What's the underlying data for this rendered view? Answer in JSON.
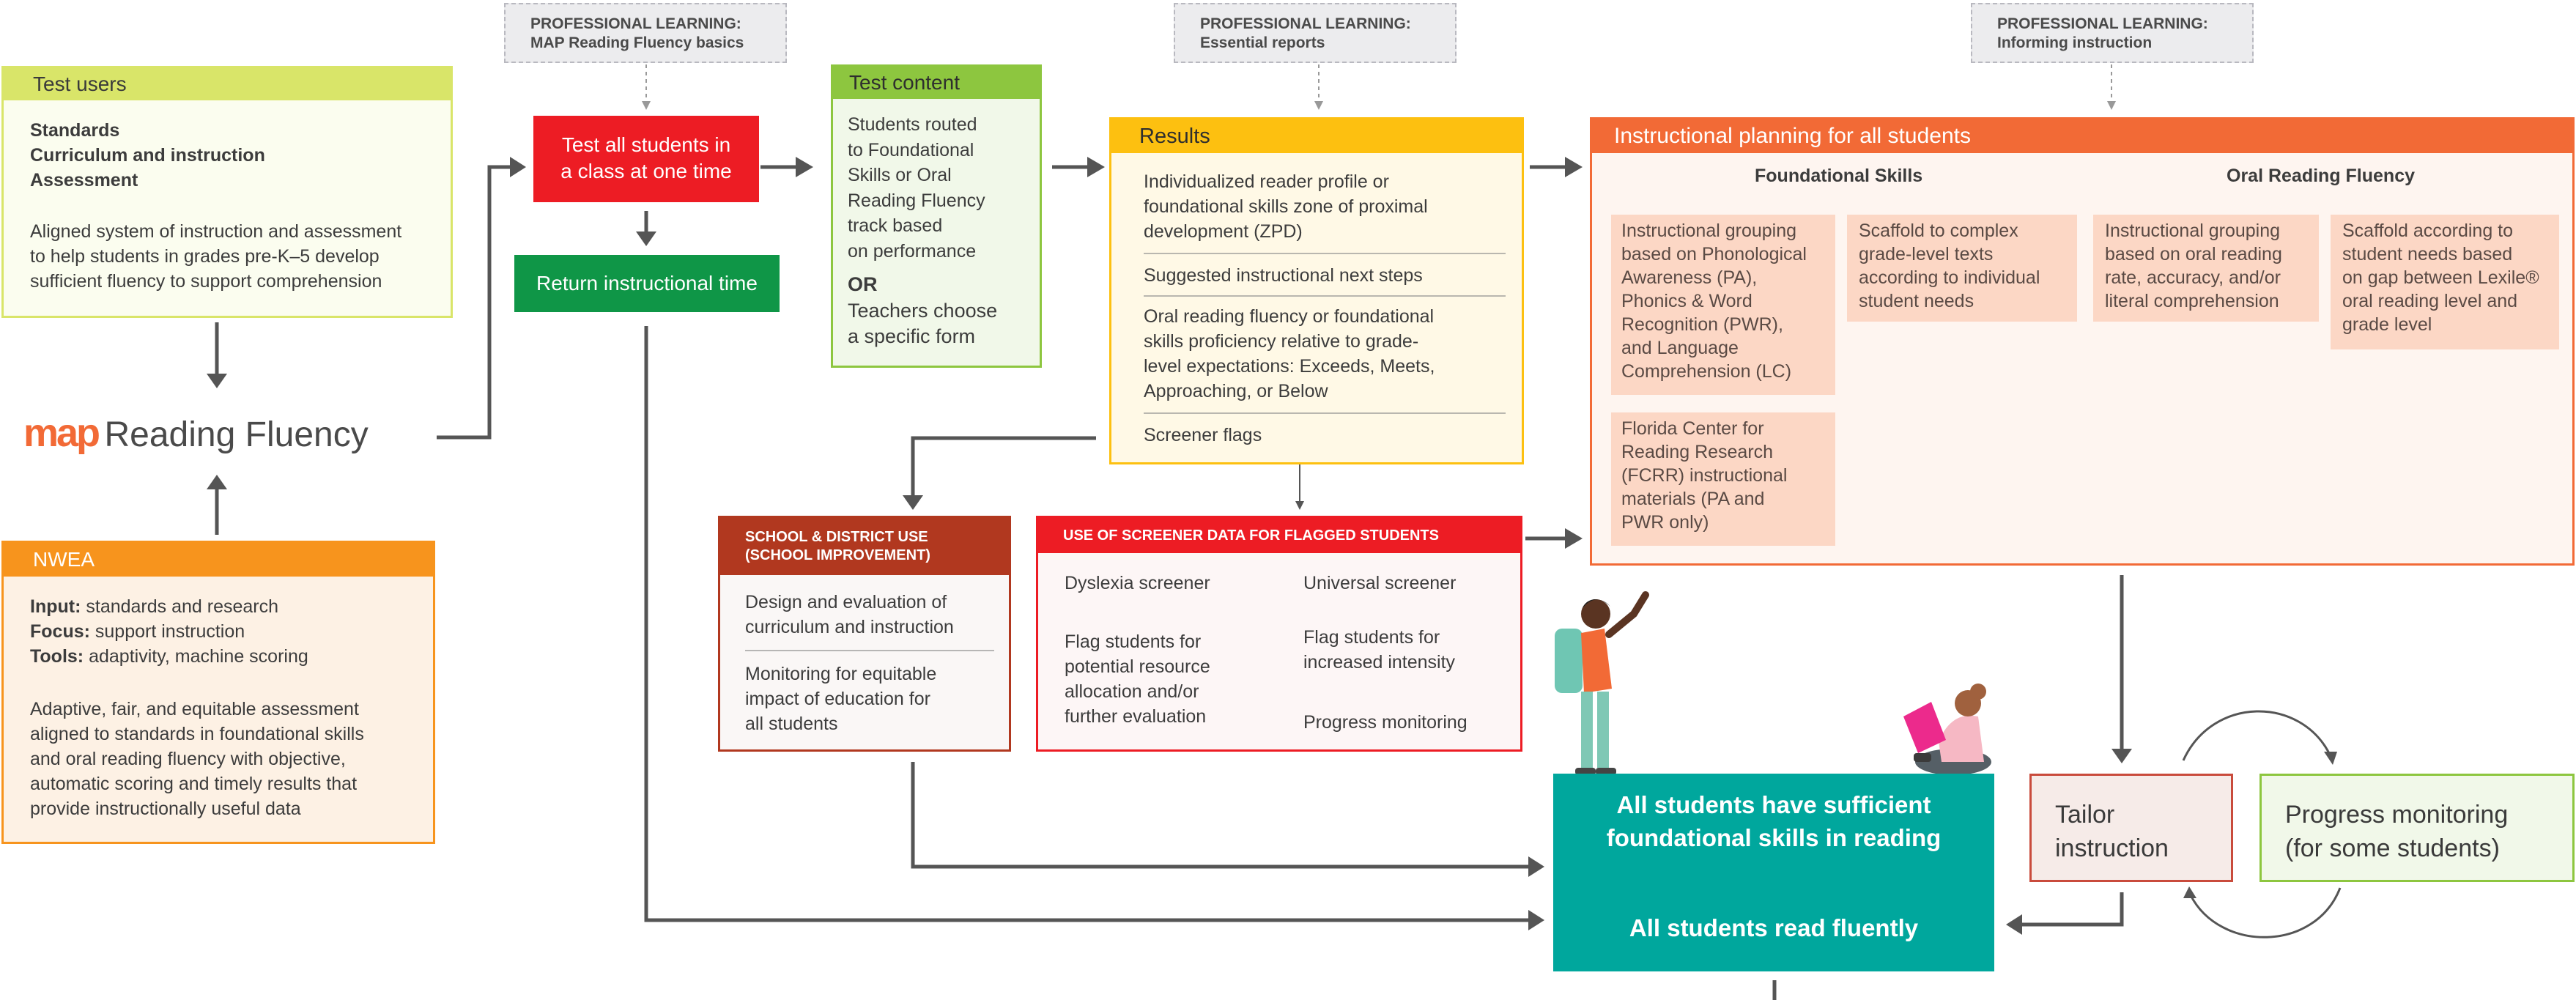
{
  "colors": {
    "lime": "#d9e569",
    "lime_bg": "#fbfdef",
    "orange": "#f7941d",
    "orange_bg": "#fdf1e4",
    "red": "#ed1c24",
    "green": "#0f9647",
    "content_green": "#8dc63f",
    "content_bg": "#f1f8e9",
    "yellow": "#fdc010",
    "yellow_bg": "#fff9e6",
    "plan": "#f26a36",
    "plan_bg": "#fef5f0",
    "plan_cell": "#fcd7c5",
    "brick": "#b1381f",
    "teal": "#00a79d",
    "salmon_border": "#c94b3c"
  },
  "pl_boxes": [
    {
      "line1": "PROFESSIONAL LEARNING:",
      "line2": "MAP Reading Fluency basics"
    },
    {
      "line1": "PROFESSIONAL LEARNING:",
      "line2": "Essential reports"
    },
    {
      "line1": "PROFESSIONAL LEARNING:",
      "line2": "Informing instruction"
    }
  ],
  "test_users": {
    "title": "Test users",
    "lines": [
      "Standards",
      "Curriculum and instruction",
      "Assessment"
    ],
    "body": [
      "Aligned system of instruction and assessment",
      "to help students in grades pre-K–5 develop",
      "sufficient fluency to support comprehension"
    ]
  },
  "logo": {
    "map": "map",
    "rest": "Reading Fluency"
  },
  "nwea": {
    "title": "NWEA",
    "items": [
      {
        "k": "Input:",
        "v": " standards and research"
      },
      {
        "k": "Focus:",
        "v": " support instruction"
      },
      {
        "k": "Tools:",
        "v": " adaptivity, machine scoring"
      }
    ],
    "body": [
      "Adaptive, fair, and equitable assessment",
      "aligned to standards in foundational skills",
      "and oral reading fluency with objective,",
      "automatic scoring and timely results that",
      "provide instructionally useful data"
    ]
  },
  "test_all": {
    "lines": [
      "Test all students in",
      "a class at one time"
    ]
  },
  "return_time": "Return instructional time",
  "test_content": {
    "title": "Test content",
    "lines": [
      "Students routed",
      "to Foundational",
      "Skills or Oral",
      "Reading Fluency",
      "track based",
      "on performance"
    ],
    "or": "OR",
    "lines2": [
      "Teachers choose",
      "a specific form"
    ]
  },
  "results": {
    "title": "Results",
    "items": [
      [
        "Individualized reader profile or",
        "foundational skills zone of proximal",
        "development (ZPD)"
      ],
      [
        "Suggested instructional next steps"
      ],
      [
        "Oral reading fluency or foundational",
        "skills proficiency relative to grade-",
        "level expectations: Exceeds, Meets,",
        "Approaching, or Below"
      ],
      [
        "Screener flags"
      ]
    ]
  },
  "planning": {
    "title": "Instructional planning for all students",
    "fs_label": "Foundational Skills",
    "orf_label": "Oral Reading Fluency",
    "cell1": [
      "Instructional grouping",
      "based on Phonological",
      "Awareness (PA),",
      "Phonics & Word",
      "Recognition (PWR),",
      "and Language",
      "Comprehension (LC)"
    ],
    "cell2": [
      "Scaffold to complex",
      "grade-level texts",
      "according to individual",
      "student needs"
    ],
    "cell3": [
      "Instructional grouping",
      "based on oral reading",
      "rate, accuracy, and/or",
      "literal comprehension"
    ],
    "cell4": [
      "Scaffold according to",
      "student needs based",
      "on gap between Lexile®",
      "oral reading level and",
      "grade level"
    ],
    "cell5": [
      "Florida Center for",
      "Reading Research",
      "(FCRR) instructional",
      "materials (PA and",
      "PWR only)"
    ]
  },
  "school": {
    "title": [
      "SCHOOL & DISTRICT USE",
      "(SCHOOL IMPROVEMENT)"
    ],
    "item1": [
      "Design and evaluation of",
      "curriculum and instruction"
    ],
    "item2": [
      "Monitoring for equitable",
      "impact of education for",
      "all students"
    ]
  },
  "screener": {
    "title": "USE OF SCREENER DATA FOR FLAGGED STUDENTS",
    "left_head": "Dyslexia screener",
    "left_body": [
      "Flag students for",
      "potential resource",
      "allocation and/or",
      "further evaluation"
    ],
    "right_head": "Universal screener",
    "right_body": [
      "Flag students for",
      "increased intensity"
    ],
    "right_tail": "Progress monitoring"
  },
  "outcome": {
    "line1": [
      "All students have sufficient",
      "foundational skills in reading"
    ],
    "line2": "All students read fluently"
  },
  "tailor": [
    "Tailor",
    "instruction"
  ],
  "progress": [
    "Progress monitoring",
    "(for some students)"
  ]
}
